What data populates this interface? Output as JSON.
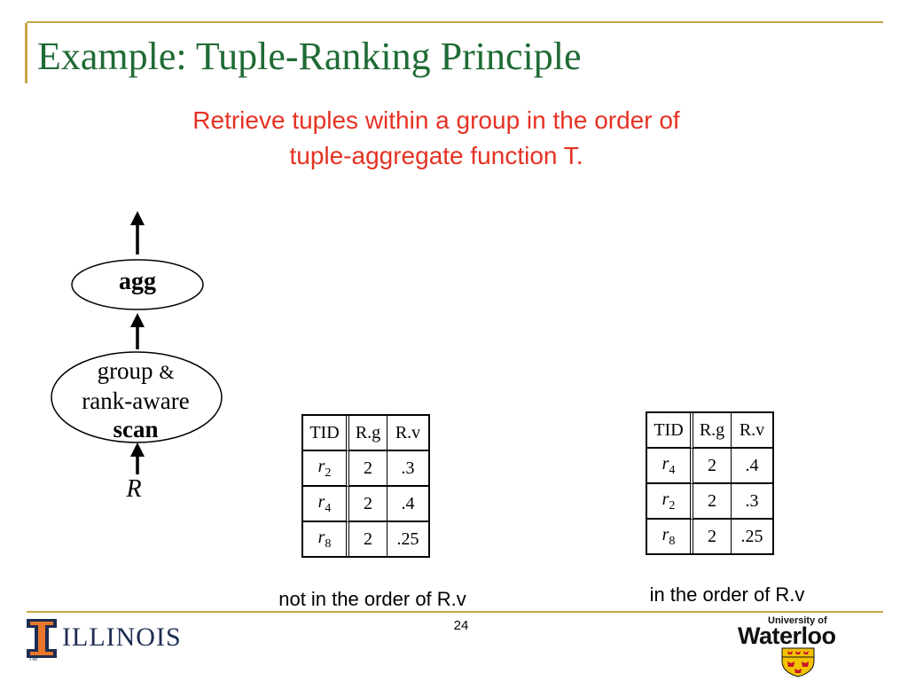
{
  "title": "Example: Tuple-Ranking Principle",
  "subtitle": {
    "line1": "Retrieve tuples within a group in the order of",
    "line2": "tuple-aggregate function T."
  },
  "plan": {
    "agg": "agg",
    "scan_line1": "group",
    "scan_amp": "&",
    "scan_line2": "rank-aware",
    "scan_line3": "scan",
    "relation": "R"
  },
  "tables": {
    "headers": [
      "TID",
      "R.g",
      "R.v"
    ],
    "left": {
      "rows": [
        {
          "tid": "r",
          "sub": "2",
          "g": "2",
          "v": ".3"
        },
        {
          "tid": "r",
          "sub": "4",
          "g": "2",
          "v": ".4"
        },
        {
          "tid": "r",
          "sub": "8",
          "g": "2",
          "v": ".25"
        }
      ],
      "caption": "not in the order of R.v"
    },
    "right": {
      "rows": [
        {
          "tid": "r",
          "sub": "4",
          "g": "2",
          "v": ".4"
        },
        {
          "tid": "r",
          "sub": "2",
          "g": "2",
          "v": ".3"
        },
        {
          "tid": "r",
          "sub": "8",
          "g": "2",
          "v": ".25"
        }
      ],
      "caption": "in the order of R.v"
    }
  },
  "footer": {
    "page_number": "24",
    "logo_left_text": "ILLINOIS",
    "logo_left_tm": "TM",
    "logo_right_small": "University of",
    "logo_right_main": "Waterloo"
  },
  "colors": {
    "title": "#1f6b35",
    "subtitle": "#e53223",
    "rule": "#c8a646",
    "illinois_navy": "#1d2c52",
    "illinois_orange": "#e8762b",
    "waterloo_gold": "#f2c200",
    "waterloo_red": "#c8102e"
  }
}
